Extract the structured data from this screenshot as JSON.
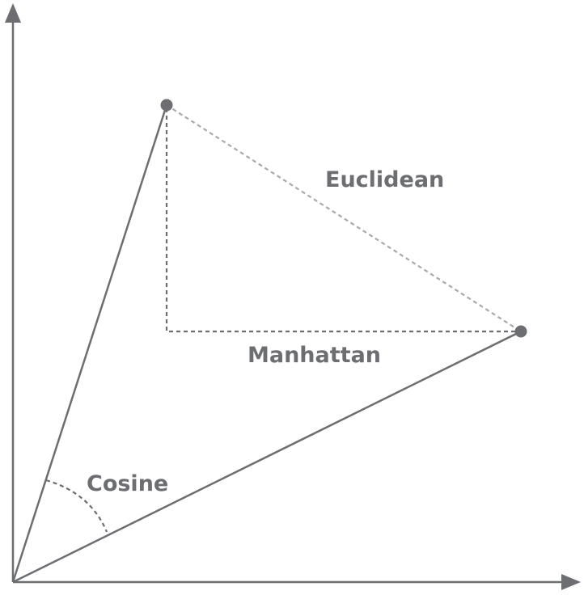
{
  "labels": {
    "euclidean": "Euclidean",
    "manhattan": "Manhattan",
    "cosine": "Cosine"
  },
  "colors": {
    "line": "#6d6e71",
    "light_dash": "#a7a9ac",
    "background": "#ffffff"
  }
}
